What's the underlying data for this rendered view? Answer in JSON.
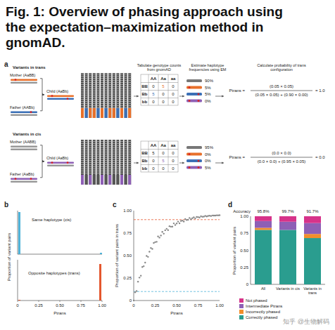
{
  "diagram": {
    "title": "Fig. 1: Overview of phasing approach using the expectation–maximization method in gnomAD.",
    "nodes": [
      {
        "text": [
          "Mother (AaBB)"
        ]
      },
      {
        "text": [
          "Child (AaBb)"
        ]
      },
      {
        "text": [
          "Father (AABb)"
        ]
      },
      {
        "text": [
          "Mother (AABB)"
        ]
      },
      {
        "text": [
          "Child (AaBb)"
        ]
      },
      {
        "text": [
          "Father (AaBb)"
        ]
      }
    ],
    "edges": [
      {
        "from": 0,
        "to": 1,
        "arrow": "to"
      },
      {
        "from": 2,
        "to": 1,
        "arrow": "to"
      },
      {
        "from": 3,
        "to": 4,
        "arrow": "to"
      },
      {
        "from": 5,
        "to": 4,
        "arrow": "to"
      }
    ],
    "labels": [
      "a",
      "Variants in trans",
      "Tabulate genotype counts from gnomAD",
      "Estimate haplotype frequencies using EM",
      "Calculate probability of trans configuration",
      "AA",
      "Aa",
      "aa",
      "BB",
      "0",
      "5",
      "0",
      "Bb",
      "5",
      "0",
      "0",
      "bb",
      "0",
      "0",
      "0",
      "90%",
      "5%",
      "5%",
      "0%",
      "Ptrans =",
      "(0.05 × 0.05)",
      "(0.05 × 0.05) + (0.90 × 0.00)",
      "= 1.0",
      "Variants in cis",
      "AA",
      "Aa",
      "aa",
      "BB",
      "5",
      "0",
      "0",
      "Bb",
      "0",
      "5",
      "0",
      "bb",
      "0",
      "0",
      "0",
      "95%",
      "0%",
      "0%",
      "5%",
      "Ptrans =",
      "(0.0 × 0.0)",
      "(0.0 × 0.0) + (0.95 × 0.05)",
      "= 0.0",
      "b",
      "Same haplotype (cis)",
      "Opposite haplotypes (trans)",
      "Proportion of variant pairs",
      "0",
      "0.25",
      "0.50",
      "0.75",
      "1.00",
      "Ptrans",
      "c",
      "0",
      "0.25",
      "0.50",
      "0.75",
      "1.00",
      "0",
      "0.25",
      "0.50",
      "0.75",
      "1.00",
      "Proportion of variant pairs in trans",
      "Ptrans",
      "d",
      "Accuracy",
      "95.8%",
      "99.7%",
      "91.7%",
      "0",
      "0.25",
      "0.50",
      "0.75",
      "1.00",
      "Proportion of variant pairs",
      "All",
      "Variants in cis",
      "Variants in trans",
      "知乎 @生物解码"
    ],
    "legend": [
      {
        "text": "Not phased",
        "color": "#d6338a"
      },
      {
        "text": "Intermediate Ptrans",
        "color": "#8e5fb5"
      },
      {
        "text": "Incorrectly phased",
        "color": "#f28e2b"
      },
      {
        "text": "Correctly phased",
        "color": "#2a9d8f"
      }
    ]
  }
}
